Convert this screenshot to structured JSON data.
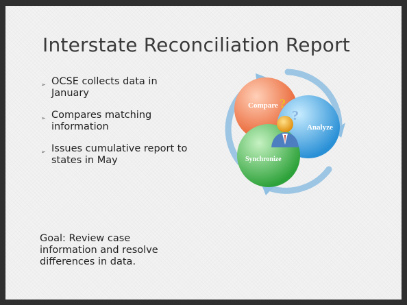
{
  "slide": {
    "title": "Interstate Reconciliation Report",
    "bullets": [
      {
        "text": "OCSE collects data in January"
      },
      {
        "text": "Compares matching information"
      },
      {
        "text": "Issues cumulative report to states in May"
      }
    ],
    "goal": "Goal:  Review case information and resolve differences in data.",
    "graphic": {
      "labels": {
        "compare": "Compare",
        "analyze": "Analyze",
        "synchronize": "Synchronize",
        "question": "?"
      },
      "colors": {
        "compare": "#f0784a",
        "analyze": "#3aa8e6",
        "synchronize": "#3ab84a",
        "arrows": "#7bb0d8",
        "person": "#f4a81e"
      }
    }
  }
}
